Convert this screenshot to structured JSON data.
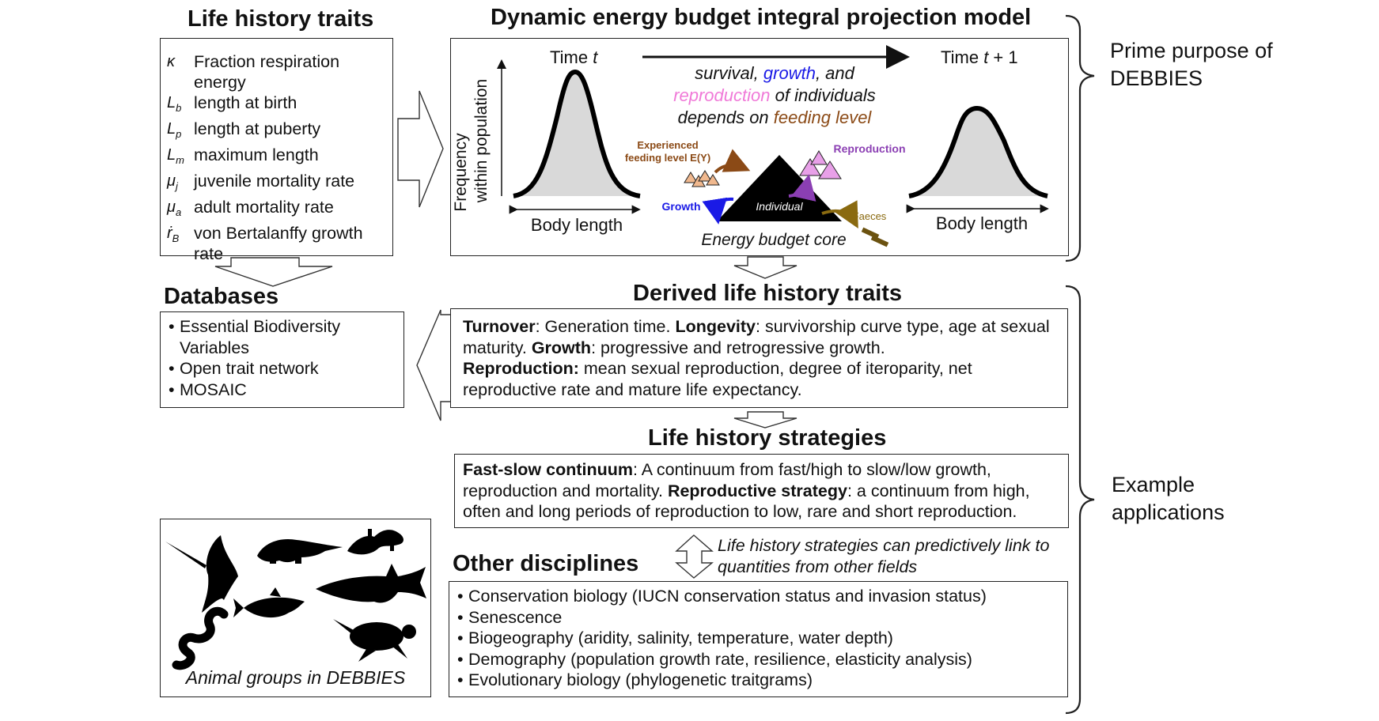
{
  "life_history_traits": {
    "title": "Life history traits",
    "items": [
      {
        "symbol": "κ",
        "sub": "",
        "label": "Fraction respiration energy"
      },
      {
        "symbol": "L",
        "sub": "b",
        "label": "length at birth"
      },
      {
        "symbol": "L",
        "sub": "p",
        "label": "length at puberty"
      },
      {
        "symbol": "L",
        "sub": "m",
        "label": "maximum length"
      },
      {
        "symbol": "μ",
        "sub": "j",
        "label": "juvenile mortality rate"
      },
      {
        "symbol": "μ",
        "sub": "a",
        "label": "adult mortality rate"
      },
      {
        "symbol": "ṙ",
        "sub": "B",
        "label": "von Bertalanffy growth rate"
      }
    ]
  },
  "debipm": {
    "title": "Dynamic energy budget integral projection model",
    "time_t": "Time t",
    "time_t1": "Time t + 1",
    "y_axis_label_1": "Frequency",
    "y_axis_label_2": "within population",
    "body_length": "Body length",
    "statement": {
      "survival": "survival,",
      "growth": "growth",
      "and": ", and",
      "reproduction": "reproduction",
      "of_individuals": " of individuals",
      "depends_on": "depends on ",
      "feeding_level": "feeding level"
    },
    "experienced_feeding_1": "Experienced",
    "experienced_feeding_2": "feeding level E(Y)",
    "reproduction_label": "Reproduction",
    "growth_label": "Growth",
    "individual_label": "Individual",
    "faeces_label": "Faeces",
    "core_label": "Energy budget core",
    "colors": {
      "growth": "#1a1ae6",
      "reproduction": "#f07ad8",
      "feeding": "#8b4a16",
      "purple": "#8b3fb3",
      "faeces": "#8a6a10",
      "triangle_fill": "#f0b88e",
      "pink_fill": "#e8a0e8"
    }
  },
  "prime_purpose": "Prime purpose of DEBBIES",
  "example_applications": "Example applications",
  "databases": {
    "title": "Databases",
    "items": [
      "Essential Biodiversity Variables",
      "Open trait network",
      "MOSAIC"
    ]
  },
  "derived": {
    "title": "Derived life history traits",
    "turnover_label": "Turnover",
    "turnover_text": ": Generation time. ",
    "longevity_label": "Longevity",
    "longevity_text": ": survivorship curve type, age at sexual maturity. ",
    "growth_label": "Growth",
    "growth_text": ": progressive and retrogressive growth.",
    "reproduction_label": "Reproduction:",
    "reproduction_text": " mean sexual reproduction, degree of iteroparity, net reproductive rate and mature life expectancy."
  },
  "strategies": {
    "title": "Life history strategies",
    "fast_slow_label": "Fast-slow continuum",
    "fast_slow_text": ": A continuum from fast/high to slow/low growth, reproduction and mortality. ",
    "repro_label": "Reproductive strategy",
    "repro_text": ": a continuum from high, often and long periods of reproduction to low, rare and short reproduction."
  },
  "link_note": "Life history strategies can predictively link to quantities from other fields",
  "other": {
    "title": "Other disciplines",
    "items": [
      "Conservation biology (IUCN conservation status and invasion status)",
      "Senescence",
      "Biogeography (aridity, salinity, temperature, water depth)",
      "Demography (population growth rate, resilience, elasticity analysis)",
      "Evolutionary biology (phylogenetic traitgrams)"
    ]
  },
  "animals_caption": "Animal groups in DEBBIES",
  "animal_icons": [
    "manta-ray-icon",
    "crocodile-icon",
    "lizard-icon",
    "shark-icon",
    "fish-icon",
    "snake-icon",
    "turtle-icon"
  ]
}
